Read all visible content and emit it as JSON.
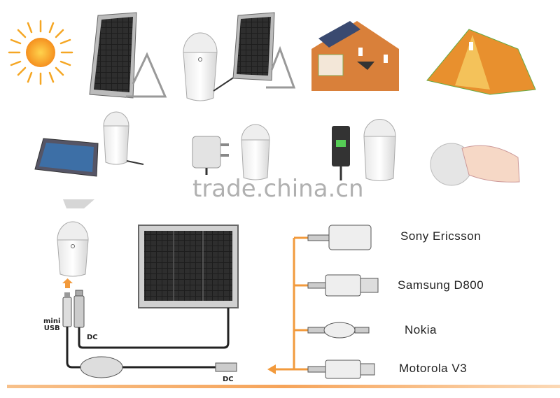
{
  "watermark": "trade.china.cn",
  "left_labels": {
    "mini_usb_line1": "mini",
    "mini_usb_line2": "USB",
    "dc_cable": "DC",
    "dc_plug": "DC"
  },
  "phone_connectors": [
    {
      "label": "Sony Ericsson"
    },
    {
      "label": "Samsung D800"
    },
    {
      "label": "Nokia"
    },
    {
      "label": "Motorola V3"
    }
  ],
  "colors": {
    "accent": "#f29a3c",
    "house": "#d9803a",
    "tent": "#e8902e",
    "sun": "#f5a623"
  }
}
